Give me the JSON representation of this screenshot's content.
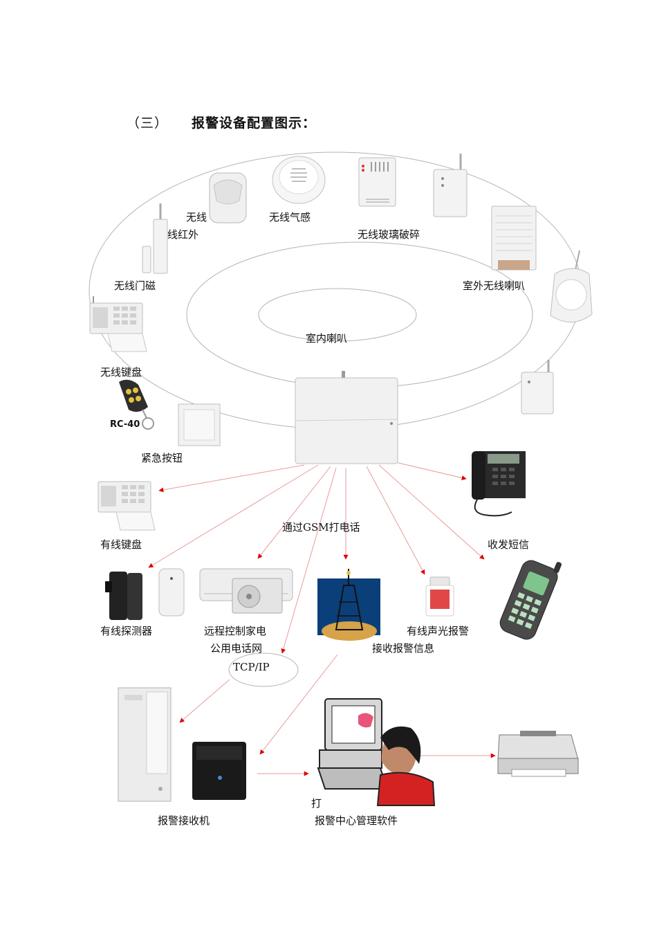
{
  "heading": {
    "number": "（三）",
    "title": "报警设备配置图示："
  },
  "labels": {
    "wireless_infrared_1": "无线",
    "wireless_infrared_2": "线红外",
    "wireless_gas": "无线气感",
    "wireless_glass_break": "无线玻璃破碎",
    "wireless_door_magnet": "无线门磁",
    "outdoor_wireless_siren": "室外无线喇叭",
    "indoor_siren": "室内喇叭",
    "wireless_keypad": "无线键盘",
    "remote_model": "RC-40",
    "panic_button": "紧急按钮",
    "wired_keypad": "有线键盘",
    "gsm_call": "通过GSM打电话",
    "sms": "收发短信",
    "wired_detector": "有线探测器",
    "remote_appliance": "远程控制家电",
    "pstn": "公用电话网",
    "wired_strobe_siren": "有线声光报警",
    "receive_alarm_info": "接收报警信息",
    "tcpip": "TCP/IP",
    "alarm_receiver": "报警接收机",
    "print_partial": "打",
    "center_software": "报警中心管理软件"
  },
  "colors": {
    "ring": "#b4b4b4",
    "arrow_line": "#e89a9a",
    "arrow_head": "#dd0000",
    "device_body": "#eeeeee",
    "device_edge": "#b8b8b8"
  }
}
